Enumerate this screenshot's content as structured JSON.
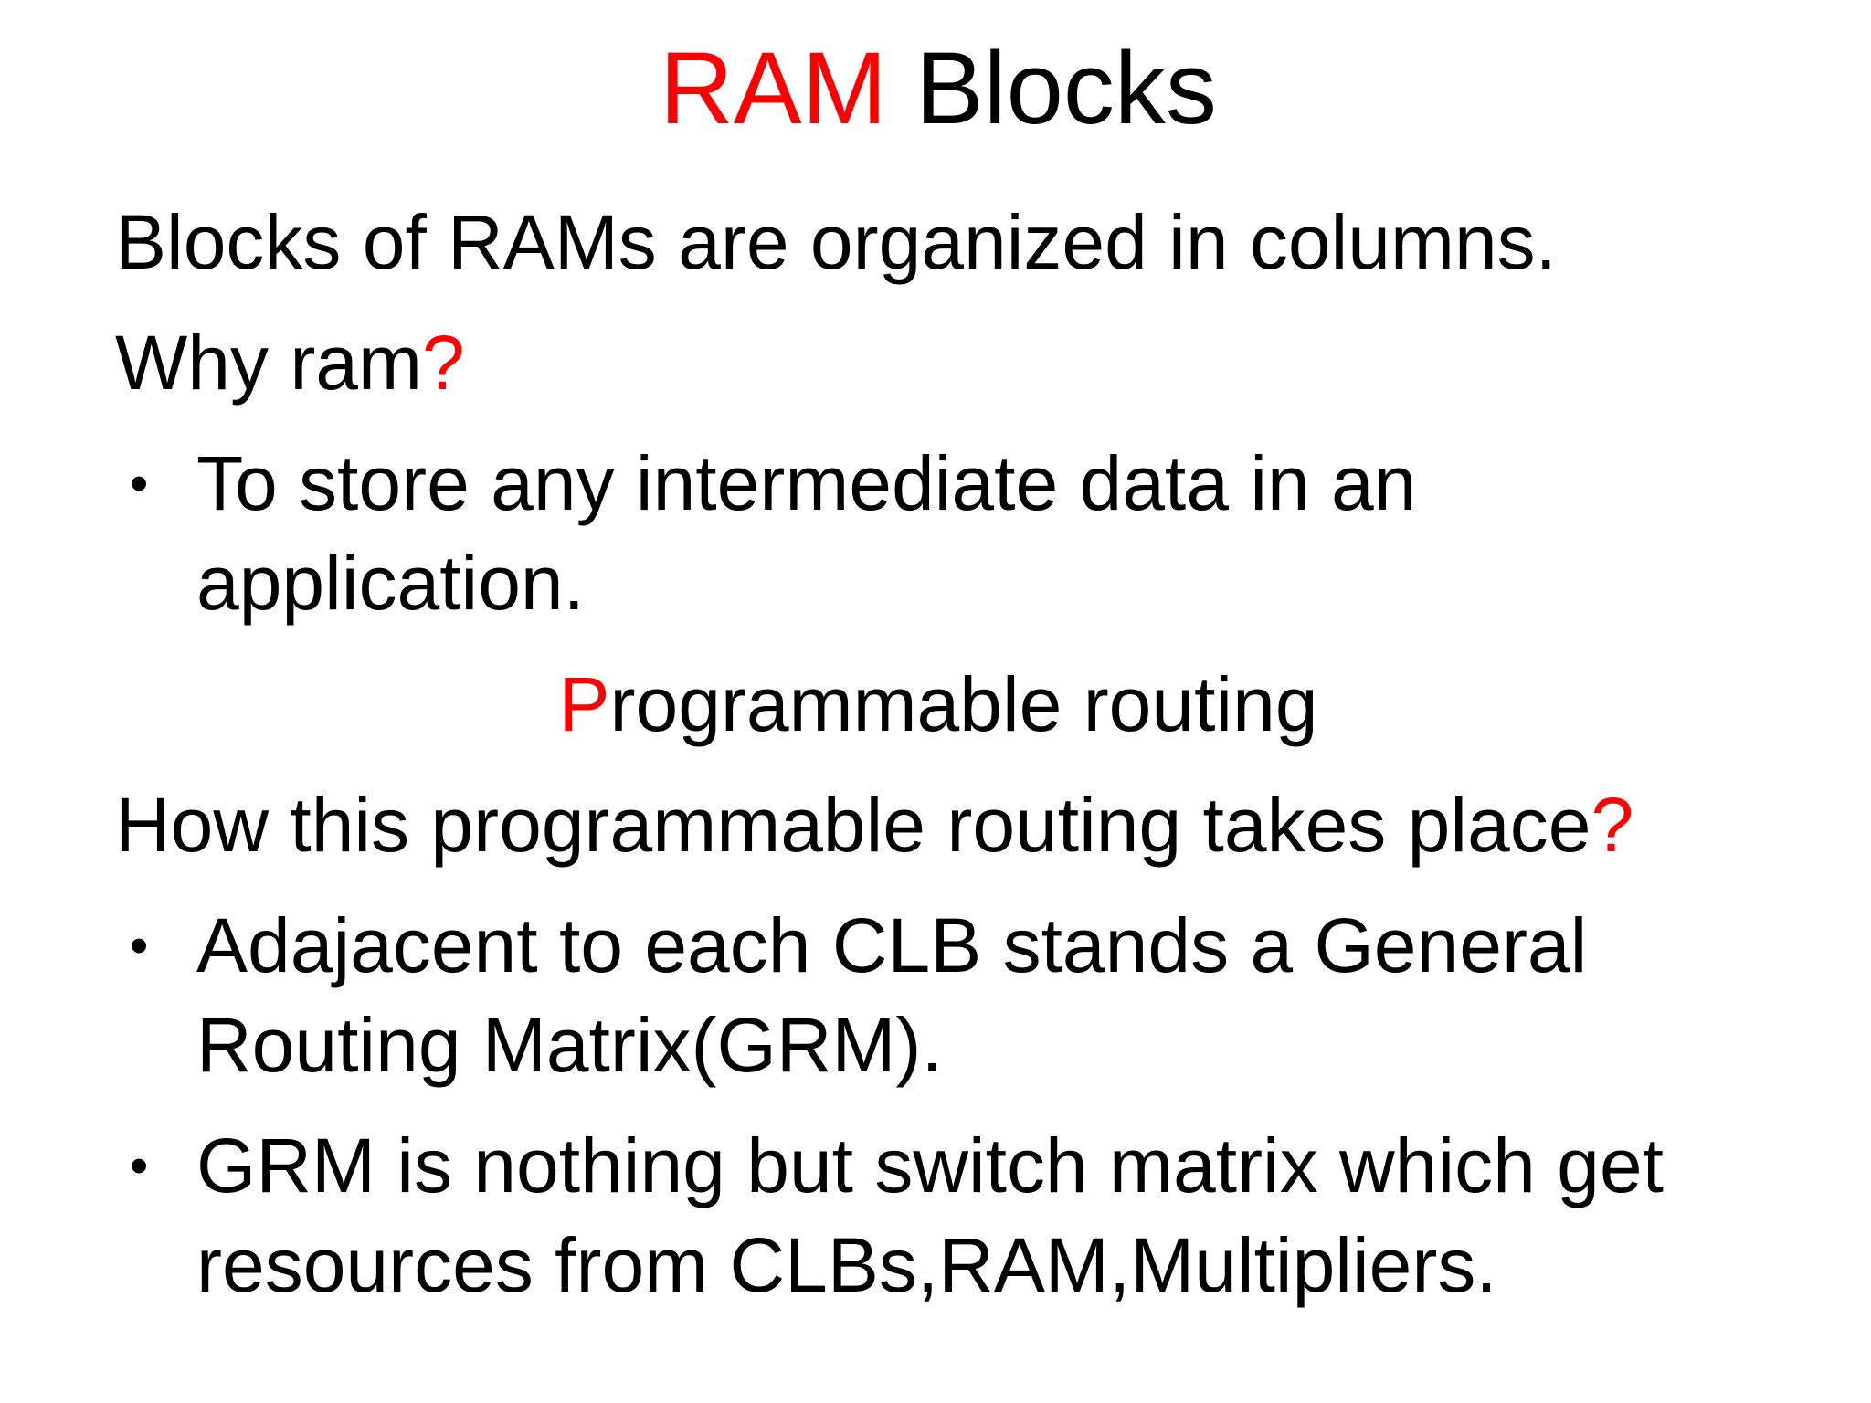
{
  "slide": {
    "background_color": "#FFFFFF",
    "text_color": "#000000",
    "accent_color": "#FB0202",
    "bullet_glyph": "•",
    "title": {
      "segments": [
        {
          "text": "RAM",
          "color": "accent"
        },
        {
          "text": " Blocks",
          "color": "text"
        }
      ]
    },
    "blocks": [
      {
        "type": "paragraph",
        "align": "left",
        "lines": [
          [
            {
              "text": "Blocks of RAMs are organized in columns.",
              "color": "text"
            }
          ]
        ]
      },
      {
        "type": "paragraph",
        "align": "left",
        "lines": [
          [
            {
              "text": "Why ram",
              "color": "text"
            },
            {
              "text": "?",
              "color": "accent"
            }
          ]
        ]
      },
      {
        "type": "bullet",
        "align": "left",
        "lines": [
          [
            {
              "text": "To store any intermediate data in an",
              "color": "text"
            }
          ],
          [
            {
              "text": "application.",
              "color": "text"
            }
          ]
        ]
      },
      {
        "type": "paragraph",
        "align": "center",
        "lines": [
          [
            {
              "text": "P",
              "color": "accent"
            },
            {
              "text": "rogrammable routing",
              "color": "text"
            }
          ]
        ]
      },
      {
        "type": "paragraph",
        "align": "left",
        "lines": [
          [
            {
              "text": "How this programmable routing takes place",
              "color": "text"
            },
            {
              "text": "?",
              "color": "accent"
            }
          ]
        ]
      },
      {
        "type": "bullet",
        "align": "left",
        "lines": [
          [
            {
              "text": "Adajacent to each CLB stands a General",
              "color": "text"
            }
          ],
          [
            {
              "text": "Routing Matrix(GRM).",
              "color": "text"
            }
          ]
        ]
      },
      {
        "type": "bullet",
        "align": "left",
        "lines": [
          [
            {
              "text": "GRM is nothing but switch matrix which get",
              "color": "text"
            }
          ],
          [
            {
              "text": "resources from CLBs,RAM,Multipliers.",
              "color": "text"
            }
          ]
        ]
      }
    ]
  }
}
